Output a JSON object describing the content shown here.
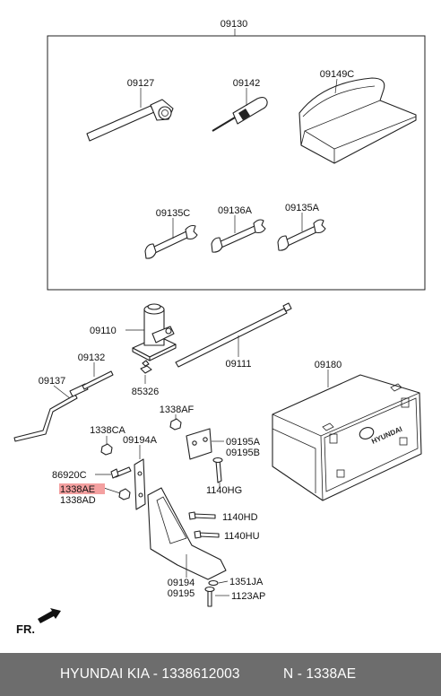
{
  "highlight_color": "#f4a0a0",
  "callouts": {
    "c09130": "09130",
    "c09127": "09127",
    "c09142": "09142",
    "c09149C": "09149C",
    "c09135C": "09135C",
    "c09136A": "09136A",
    "c09135A": "09135A",
    "c09110": "09110",
    "c09111": "09111",
    "c09180": "09180",
    "c09132": "09132",
    "c85326": "85326",
    "c09137": "09137",
    "c1338CA": "1338CA",
    "c1338AF": "1338AF",
    "c09194A": "09194A",
    "c09195A": "09195A",
    "c09195B": "09195B",
    "c86920C": "86920C",
    "c1338AE": "1338AE",
    "c1338AD": "1338AD",
    "c1140HG": "1140HG",
    "c1140HD": "1140HD",
    "c1140HU": "1140HU",
    "c09194": "09194",
    "c09195": "09195",
    "c1351JA": "1351JA",
    "c1123AP": "1123AP",
    "fr": "FR."
  },
  "box_brand": "HYUNDAI",
  "footer": {
    "left": "HYUNDAI  KIA - 1338612003",
    "right": "N - 1338AE"
  }
}
